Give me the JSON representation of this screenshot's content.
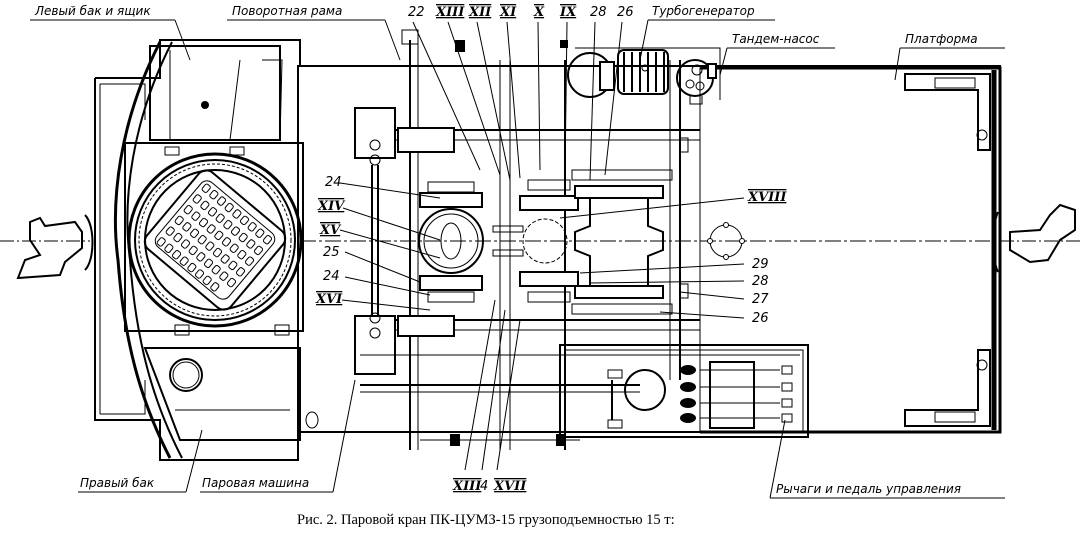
{
  "figure": {
    "caption": "Рис. 2. Паровой кран ПК-ЦУМЗ-15 грузоподъемностью 15 т:",
    "subject": "Steam crane PK-TsUMZ-15 plan view"
  },
  "labels": {
    "left_tank_box": "Левый бак и ящик",
    "rotating_frame": "Поворотная рама",
    "turbogenerator": "Турбогенератор",
    "tandem_pump": "Тандем-насос",
    "platform": "Платформа",
    "right_tank": "Правый бак",
    "steam_engine": "Паровая машина",
    "levers_pedal": "Рычаги и педаль управления"
  },
  "callouts_top": [
    "22",
    "XIII",
    "XII",
    "XI",
    "X",
    "IX",
    "28",
    "26"
  ],
  "callouts_left": [
    "24",
    "XIV",
    "XV",
    "25",
    "24",
    "XVI"
  ],
  "callouts_right": [
    "XVIII",
    "29",
    "28",
    "27",
    "26"
  ],
  "callouts_bottom": [
    "XIII",
    "4",
    "XVII"
  ]
}
